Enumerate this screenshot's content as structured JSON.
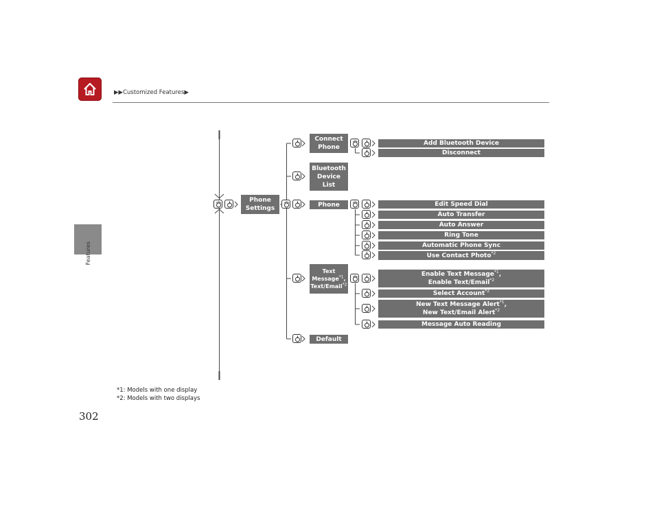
{
  "header": {
    "breadcrumb_prefix": "▶▶",
    "breadcrumb": "Customized Features",
    "breadcrumb_suffix": "▶"
  },
  "side_tab": {
    "label": "Features"
  },
  "page_number": "302",
  "footnotes": [
    "*1: Models with one display",
    "*2: Models with two displays"
  ],
  "tree": {
    "root": "Phone Settings",
    "level1": {
      "connect_phone": "Connect Phone",
      "bluetooth_device_list": "Bluetooth Device List",
      "phone": "Phone",
      "text_message": "Text",
      "text_message_2": "Message",
      "text_message_sup1": "*1",
      "text_message_3": ", ",
      "text_email": "Text/Email",
      "text_email_sup2": "*2",
      "default": "Default"
    },
    "connect_items": [
      "Add Bluetooth Device",
      "Disconnect"
    ],
    "phone_items": [
      "Edit Speed Dial",
      "Auto Transfer",
      "Auto Answer",
      "Ring Tone",
      "Automatic Phone Sync",
      "Use Contact Photo"
    ],
    "phone_items_sup": {
      "use_contact_photo": "*2"
    },
    "text_items": {
      "enable_text_message": "Enable Text Message",
      "enable_text_message_sup": "*1",
      "enable_text_email": "Enable Text/Email",
      "enable_text_email_sup": "*2",
      "select_account": "Select Account",
      "select_account_sup": "*2",
      "new_text_message_alert": "New Text Message Alert",
      "new_text_message_alert_sup": "*1",
      "new_text_email_alert": "New Text/Email Alert",
      "new_text_email_alert_sup": "*2",
      "message_auto_reading": "Message Auto Reading"
    }
  }
}
